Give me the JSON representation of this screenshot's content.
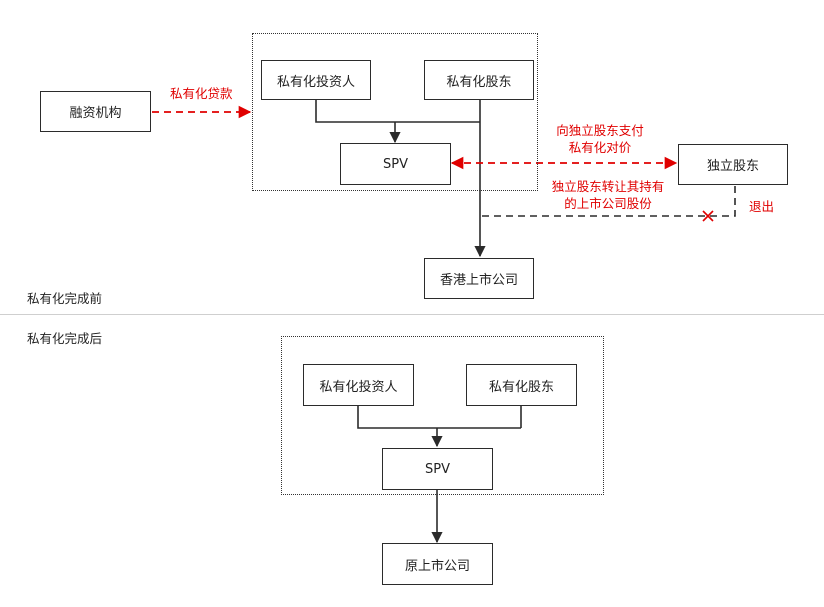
{
  "before": {
    "section_label": "私有化完成前",
    "lender": "融资机构",
    "private_investor": "私有化投资人",
    "private_shareholder": "私有化股东",
    "spv": "SPV",
    "independent_shareholder": "独立股东",
    "hk_listed_company": "香港上市公司",
    "loan_label": "私有化贷款",
    "payment_label_line1": "向独立股东支付",
    "payment_label_line2": "私有化对价",
    "transfer_label_line1": "独立股东转让其持有",
    "transfer_label_line2": "的上市公司股份",
    "exit_label": "退出"
  },
  "after": {
    "section_label": "私有化完成后",
    "private_investor": "私有化投资人",
    "private_shareholder": "私有化股东",
    "spv": "SPV",
    "original_listed_company": "原上市公司"
  },
  "colors": {
    "red": "#e00000",
    "line": "#2b2b2b"
  }
}
